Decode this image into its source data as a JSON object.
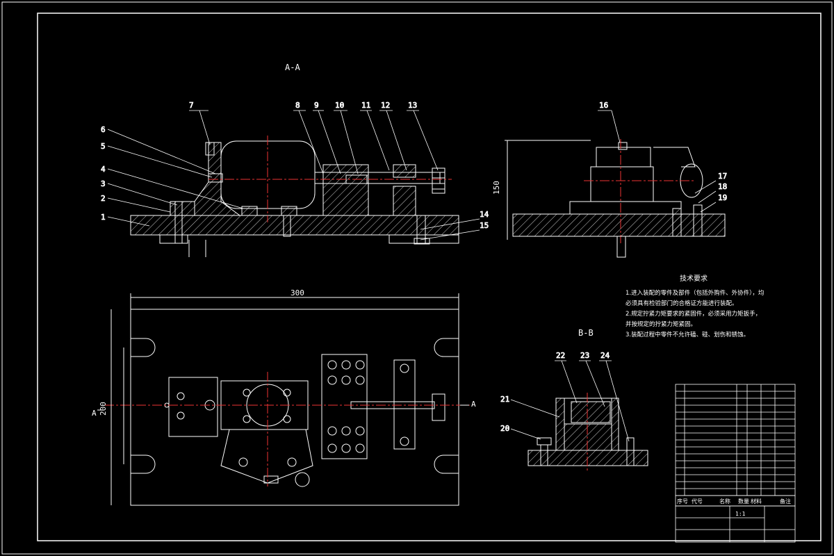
{
  "views": {
    "section_aa": "A-A",
    "section_bb": "B-B",
    "arrow_a_left": "A",
    "arrow_a_right": "A"
  },
  "balloons_aa": [
    "1",
    "2",
    "3",
    "4",
    "5",
    "6",
    "7",
    "8",
    "9",
    "10",
    "11",
    "12",
    "13",
    "14",
    "15"
  ],
  "balloons_side": [
    "16",
    "17",
    "18",
    "19"
  ],
  "balloons_bb": [
    "20",
    "21",
    "22",
    "23",
    "24"
  ],
  "dimensions": {
    "overall_length": "300",
    "width_label": "200",
    "height_side": "150"
  },
  "technical_requirements": {
    "title": "技术要求",
    "items": [
      "1.进入装配的零件及部件（包括外购件、外协件），均必须具有检验部门的合格证方能进行装配。",
      "2.规定拧紧力矩要求的紧固件，必须采用力矩扳手，并按规定的拧紧力矩紧固。",
      "3.装配过程中零件不允许磕、碰、划伤和锈蚀。"
    ]
  },
  "title_block": {
    "col_seq": "序号",
    "col_code": "代号",
    "col_name": "名称",
    "col_qty": "数量",
    "col_material": "材料",
    "col_note": "备注",
    "scale_label": "1:1"
  }
}
